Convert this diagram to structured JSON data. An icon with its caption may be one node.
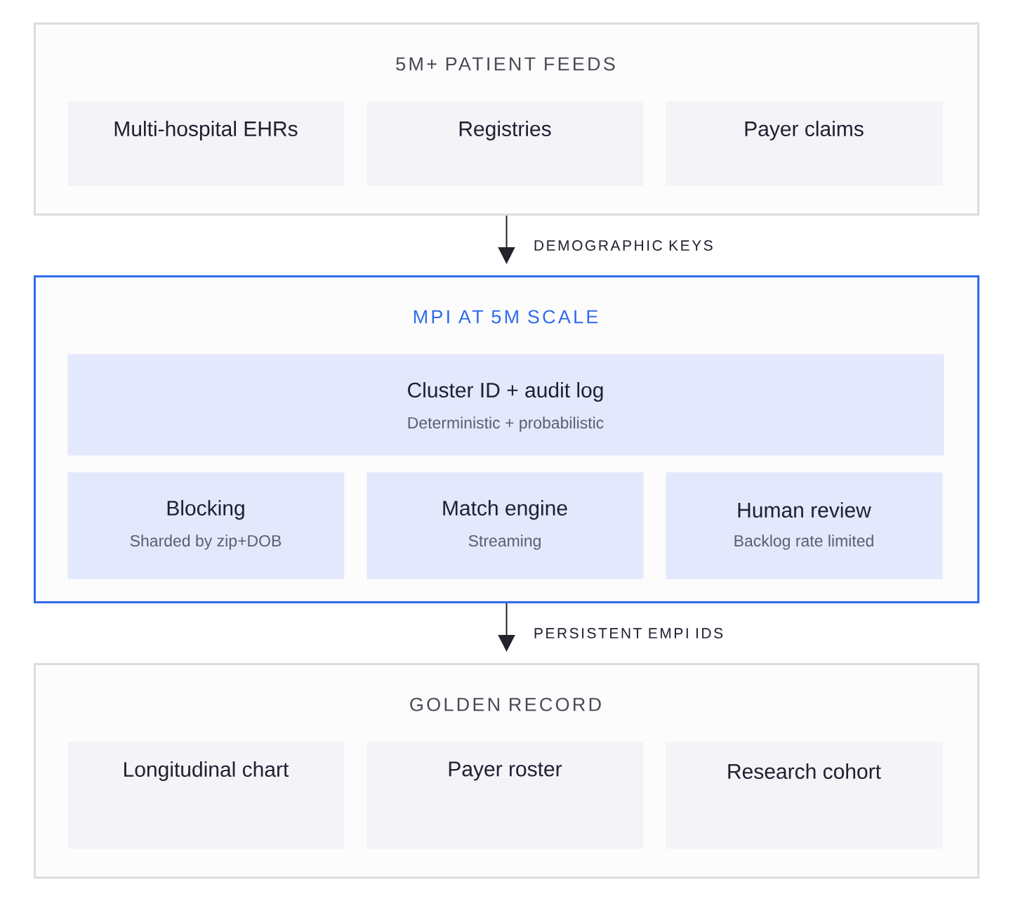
{
  "diagram": {
    "nodes": [
      {
        "text": [
          "5M+ PATIENT FEEDS"
        ]
      },
      {
        "text": [
          "Multi-hospital EHRs"
        ],
        "in": 0
      },
      {
        "text": [
          "Registries"
        ],
        "in": 0
      },
      {
        "text": [
          "Payer claims"
        ],
        "in": 0
      },
      {
        "text": [
          "MPI AT 5M SCALE"
        ]
      },
      {
        "text": [
          "Cluster ID + audit log",
          "Deterministic + probabilistic"
        ],
        "in": 4
      },
      {
        "text": [
          "Blocking",
          "Sharded by zip+DOB"
        ],
        "in": 4
      },
      {
        "text": [
          "Match engine",
          "Streaming"
        ],
        "in": 4
      },
      {
        "text": [
          "Human review",
          "Backlog rate limited"
        ],
        "in": 4
      },
      {
        "text": [
          "GOLDEN RECORD"
        ]
      },
      {
        "text": [
          "Longitudinal chart"
        ],
        "in": 9
      },
      {
        "text": [
          "Payer roster"
        ],
        "in": 9
      },
      {
        "text": [
          "Research cohort"
        ],
        "in": 9
      }
    ],
    "edges": [
      {
        "from": 0,
        "to": 4,
        "arrow": "to",
        "label": "DEMOGRAPHIC KEYS"
      },
      {
        "from": 4,
        "to": 9,
        "arrow": "to",
        "label": "PERSISTENT EMPI IDS"
      }
    ]
  }
}
